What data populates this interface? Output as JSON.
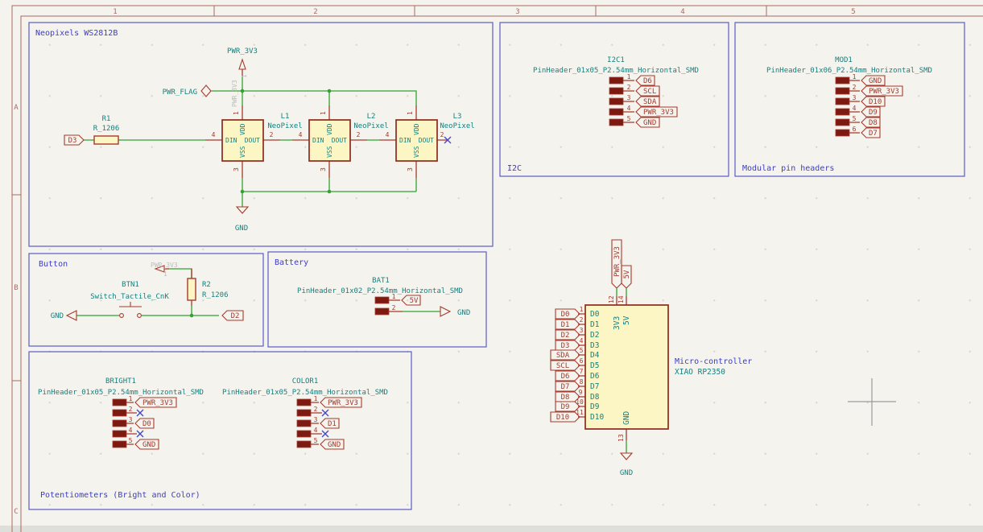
{
  "frame": {
    "cols": [
      "1",
      "2",
      "3",
      "4",
      "5"
    ],
    "rows": [
      "A",
      "B",
      "C"
    ]
  },
  "colors": {
    "wire_green": "#33a133",
    "symbol_red": "#a63a2c",
    "body_yellow": "#fcf6c5",
    "field_teal": "#17807e",
    "section_blue": "#3c3ccb",
    "frame_brown": "#aa6a60"
  },
  "neopixels": {
    "title": "Neopixels WS2812B",
    "pwr_label": "PWR_3V3",
    "pwr_ghost": "PWR_3V3",
    "pwr_ghost_pin": "1",
    "pwr_flag": "PWR_FLAG",
    "r1_ref": "R1",
    "r1_value": "R_1206",
    "d3": "D3",
    "led_value": "NeoPixel",
    "leds": [
      {
        "ref": "L1"
      },
      {
        "ref": "L2"
      },
      {
        "ref": "L3"
      }
    ],
    "pin_din": "DIN",
    "pin_dout": "DOUT",
    "pin_vdd": "VDD",
    "pin_vss": "VSS",
    "num_din": "4",
    "num_dout": "2",
    "num_vdd": "1",
    "num_vss": "3",
    "gnd": "GND"
  },
  "i2c": {
    "title": "I2C",
    "ref": "I2C1",
    "footprint": "PinHeader_01x05_P2.54mm_Horizontal_SMD",
    "pins": [
      {
        "n": "1",
        "label": "D6"
      },
      {
        "n": "2",
        "label": "SCL"
      },
      {
        "n": "3",
        "label": "SDA"
      },
      {
        "n": "4",
        "label": "PWR_3V3"
      },
      {
        "n": "5",
        "label": "GND"
      }
    ]
  },
  "mod": {
    "title": "Modular pin headers",
    "ref": "MOD1",
    "footprint": "PinHeader_01x06_P2.54mm_Horizontal_SMD",
    "pins": [
      {
        "n": "1",
        "label": "GND"
      },
      {
        "n": "2",
        "label": "PWR_3V3"
      },
      {
        "n": "3",
        "label": "D10"
      },
      {
        "n": "4",
        "label": "D9"
      },
      {
        "n": "5",
        "label": "D8"
      },
      {
        "n": "6",
        "label": "D7"
      }
    ]
  },
  "button": {
    "title": "Button",
    "pwr_ghost": "PWR_3V3",
    "pwr_ghost_pin": "1",
    "btn_ref": "BTN1",
    "btn_value": "Switch_Tactile_CnK",
    "r2_ref": "R2",
    "r2_value": "R_1206",
    "gnd": "GND",
    "d2": "D2"
  },
  "battery": {
    "title": "Battery",
    "ref": "BAT1",
    "footprint": "PinHeader_01x02_P2.54mm_Horizontal_SMD",
    "pin1_n": "1",
    "pin1_label": "5V",
    "pin2_n": "2",
    "gnd": "GND"
  },
  "pots": {
    "title": "Potentiometers (Bright and Color)",
    "bright": {
      "ref": "BRIGHT1",
      "footprint": "PinHeader_01x05_P2.54mm_Horizontal_SMD",
      "pins": [
        {
          "n": "1",
          "label": "PWR_3V3"
        },
        {
          "n": "2"
        },
        {
          "n": "3",
          "label": "D0"
        },
        {
          "n": "4"
        },
        {
          "n": "5",
          "label": "GND"
        }
      ]
    },
    "color": {
      "ref": "COLOR1",
      "footprint": "PinHeader_01x05_P2.54mm_Horizontal_SMD",
      "pins": [
        {
          "n": "1",
          "label": "PWR_3V3"
        },
        {
          "n": "2"
        },
        {
          "n": "3",
          "label": "D1"
        },
        {
          "n": "4"
        },
        {
          "n": "5",
          "label": "GND"
        }
      ]
    }
  },
  "mcu": {
    "title": "Micro-controller",
    "value": "XIAO RP2350",
    "left_pins": [
      {
        "n": "1",
        "label": "D0",
        "name": "D0"
      },
      {
        "n": "2",
        "label": "D1",
        "name": "D1"
      },
      {
        "n": "3",
        "label": "D2",
        "name": "D2"
      },
      {
        "n": "4",
        "label": "D3",
        "name": "D3"
      },
      {
        "n": "5",
        "label": "SDA",
        "name": "D4"
      },
      {
        "n": "6",
        "label": "SCL",
        "name": "D5"
      },
      {
        "n": "7",
        "label": "D6",
        "name": "D6"
      },
      {
        "n": "8",
        "label": "D7",
        "name": "D7"
      },
      {
        "n": "9",
        "label": "D8",
        "name": "D8"
      },
      {
        "n": "10",
        "label": "D9",
        "name": "D9"
      },
      {
        "n": "11",
        "label": "D10",
        "name": "D10"
      }
    ],
    "pin12_n": "12",
    "pin12_name": "3V3",
    "pin12_label": "PWR_3V3",
    "pin14_n": "14",
    "pin14_name": "5V",
    "pin14_label": "5V",
    "pin13_n": "13",
    "pin13_name": "GND",
    "gnd": "GND"
  }
}
